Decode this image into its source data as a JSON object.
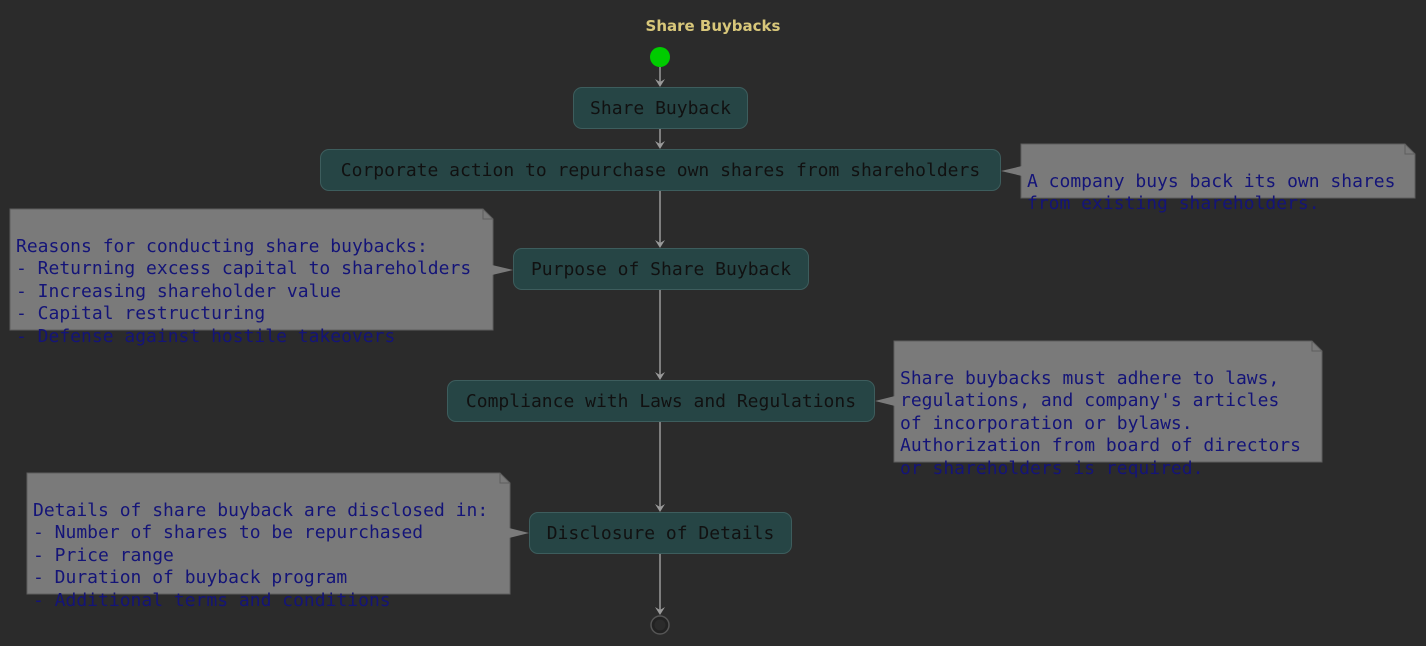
{
  "title": "Share Buybacks",
  "nodes": [
    {
      "id": "n1",
      "label": "Share Buyback"
    },
    {
      "id": "n2",
      "label": "Corporate action to repurchase own shares from shareholders"
    },
    {
      "id": "n3",
      "label": "Purpose of Share Buyback"
    },
    {
      "id": "n4",
      "label": "Compliance with Laws and Regulations"
    },
    {
      "id": "n5",
      "label": "Disclosure of Details"
    }
  ],
  "notes": [
    {
      "id": "note1",
      "attached_to": "n2",
      "lines": [
        "A company buys back its own shares",
        "from existing shareholders."
      ]
    },
    {
      "id": "note2",
      "attached_to": "n3",
      "lines": [
        "Reasons for conducting share buybacks:",
        "- Returning excess capital to shareholders",
        "- Increasing shareholder value",
        "- Capital restructuring",
        "- Defense against hostile takeovers"
      ]
    },
    {
      "id": "note3",
      "attached_to": "n4",
      "lines": [
        "Share buybacks must adhere to laws,",
        "regulations, and company's articles",
        "of incorporation or bylaws.",
        "Authorization from board of directors",
        "or shareholders is required."
      ]
    },
    {
      "id": "note4",
      "attached_to": "n5",
      "lines": [
        "Details of share buyback are disclosed in:",
        "- Number of shares to be repurchased",
        "- Price range",
        "- Duration of buyback program",
        "- Additional terms and conditions"
      ]
    }
  ],
  "colors": {
    "background": "#2b2b2b",
    "title": "#d8c77a",
    "node_fill": "#264545",
    "node_text": "#111111",
    "note_fill": "#7a7a7a",
    "note_text": "#141478",
    "arrow": "#9a9a9a",
    "start": "#00cc00",
    "end": "#222222"
  }
}
